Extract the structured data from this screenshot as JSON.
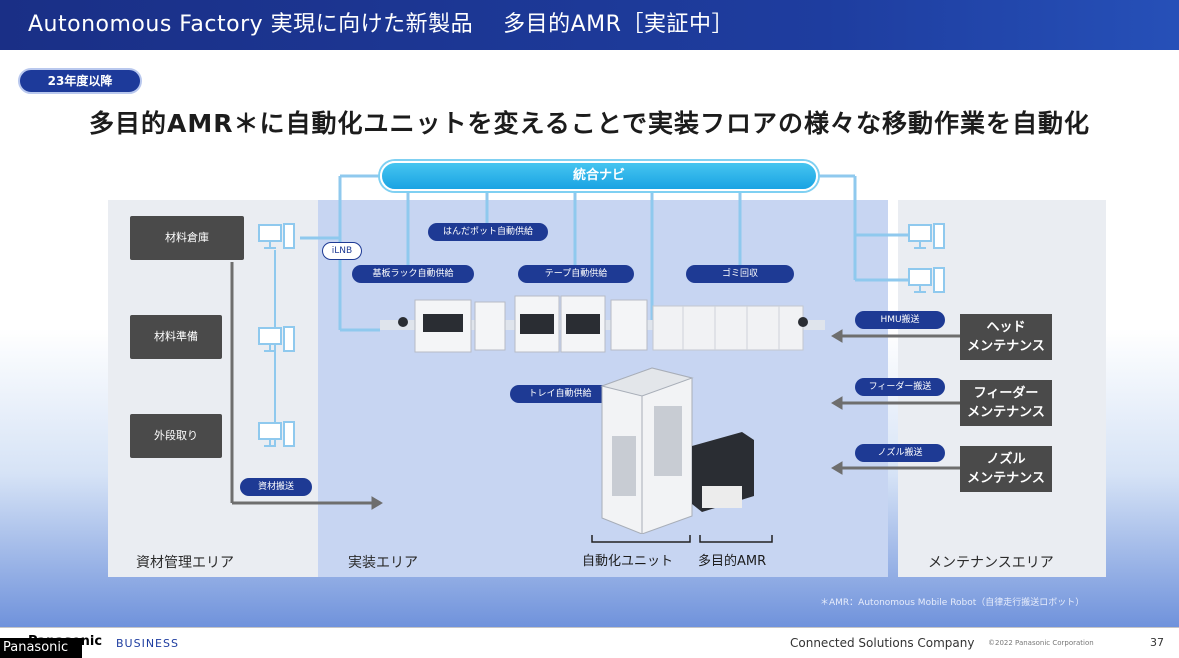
{
  "header": {
    "title": "Autonomous Factory 実現に向けた新製品　 多目的AMR［実証中］"
  },
  "badge": {
    "label": "23年度以降"
  },
  "headline": {
    "text": "多目的AMR＊に自動化ユニットを変えることで実装フロアの様々な移動作業を自動化"
  },
  "navi": {
    "label": "統合ナビ"
  },
  "left_zone": {
    "label": "資材管理エリア",
    "boxes": [
      "材料倉庫",
      "材料準備",
      "外段取り"
    ],
    "pill": "資材搬送"
  },
  "center_zone": {
    "label": "実装エリア",
    "iln": "iLNB",
    "pills": [
      "はんだポット自動供給",
      "基板ラック自動供給",
      "テープ自動供給",
      "ゴミ回収",
      "トレイ自動供給"
    ],
    "unit_label": "自動化ユニット",
    "amr_label": "多目的AMR"
  },
  "right_zone": {
    "label": "メンテナンスエリア",
    "pills": [
      "HMU搬送",
      "フィーダー搬送",
      "ノズル搬送"
    ],
    "boxes": [
      {
        "line1": "ヘッド",
        "line2": "メンテナンス"
      },
      {
        "line1": "フィーダー",
        "line2": "メンテナンス"
      },
      {
        "line1": "ノズル",
        "line2": "メンテナンス"
      }
    ]
  },
  "footnote": "＊AMR：Autonomous Mobile Robot（自律走行搬送ロボット）",
  "footer": {
    "brand": "Panasonic",
    "business": "BUSINESS",
    "company": "Connected Solutions Company",
    "copyright": "©2022 Panasonic Corporation",
    "page": "37"
  },
  "overlay": {
    "label": "Panasonic"
  },
  "colors": {
    "navy": "#1e3a94",
    "header": "#1a2f86",
    "navi": "#19a3e3",
    "gray_box": "#4a4a4a"
  }
}
